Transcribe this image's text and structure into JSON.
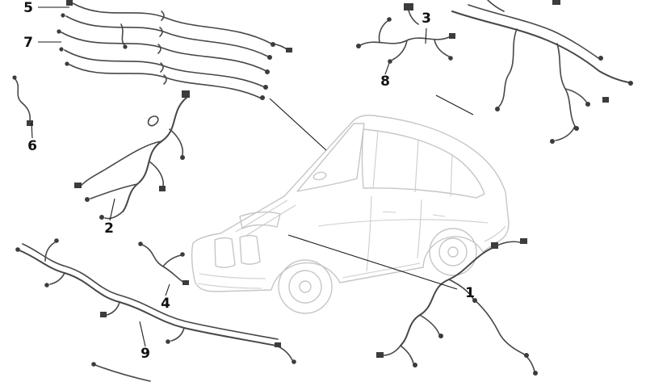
{
  "diagram": {
    "type": "vehicle-wiring-harness-parts-diagram",
    "description": "Exploded parts diagram: car body outline with numbered wiring harnesses",
    "callouts": {
      "c1": {
        "label": "1"
      },
      "c2": {
        "label": "2"
      },
      "c3": {
        "label": "3"
      },
      "c4": {
        "label": "4"
      },
      "c5": {
        "label": "5"
      },
      "c6": {
        "label": "6"
      },
      "c7": {
        "label": "7"
      },
      "c8": {
        "label": "8"
      },
      "c9": {
        "label": "9"
      }
    },
    "colors": {
      "background": "#ffffff",
      "car_outline": "#c6c6c6",
      "harness": "#474747",
      "callout_text": "#111111",
      "leader_line": "#1a1a1a"
    }
  }
}
